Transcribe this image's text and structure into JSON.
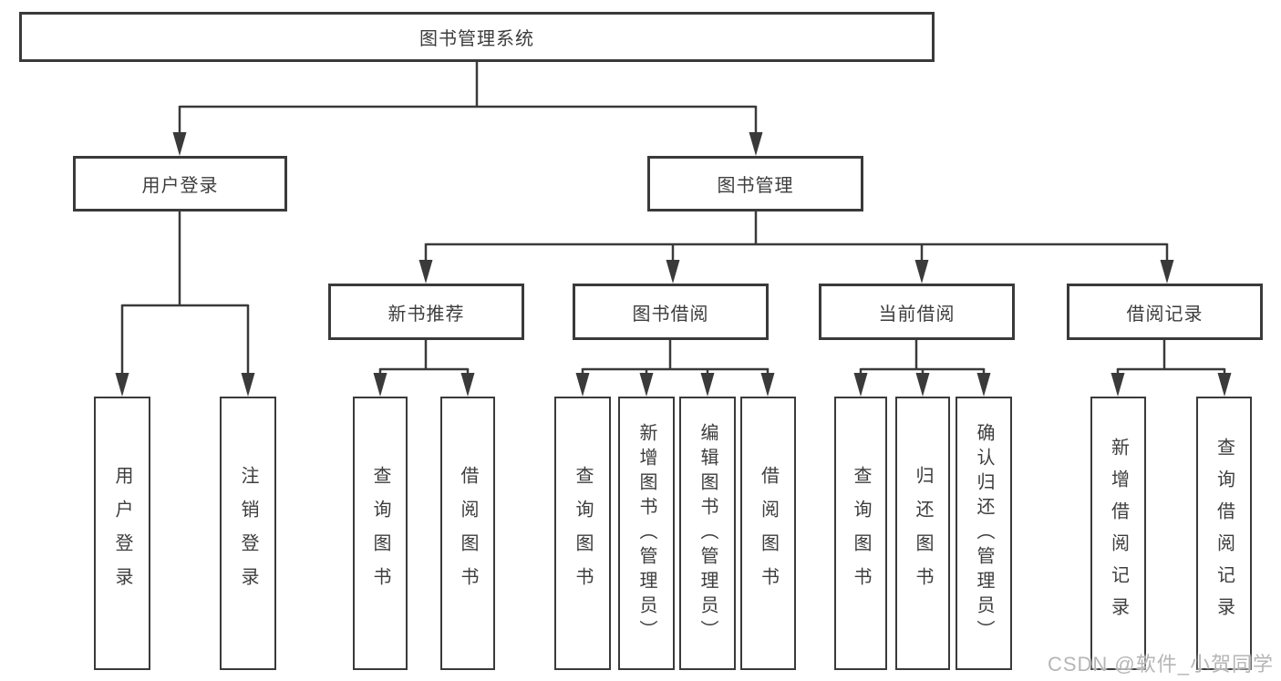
{
  "tree": {
    "label": "图书管理系统",
    "children": [
      {
        "label": "用户登录",
        "children": [
          {
            "label": "用户登录"
          },
          {
            "label": "注销登录"
          }
        ]
      },
      {
        "label": "图书管理",
        "children": [
          {
            "label": "新书推荐",
            "children": [
              {
                "label": "查询图书"
              },
              {
                "label": "借阅图书"
              }
            ]
          },
          {
            "label": "图书借阅",
            "children": [
              {
                "label": "查询图书"
              },
              {
                "label": "新增图书（管理员）"
              },
              {
                "label": "编辑图书（管理员）"
              },
              {
                "label": "借阅图书"
              }
            ]
          },
          {
            "label": "当前借阅",
            "children": [
              {
                "label": "查询图书"
              },
              {
                "label": "归还图书"
              },
              {
                "label": "确认归还（管理员）"
              }
            ]
          },
          {
            "label": "借阅记录",
            "children": [
              {
                "label": "新增借阅记录"
              },
              {
                "label": "查询借阅记录"
              }
            ]
          }
        ]
      }
    ]
  },
  "watermark": "CSDN @软件_小贺同学",
  "colors": {
    "line": "#3a3a3a",
    "text": "#3d3d3d",
    "watermark": "#b6b6b6",
    "background": "#ffffff"
  }
}
